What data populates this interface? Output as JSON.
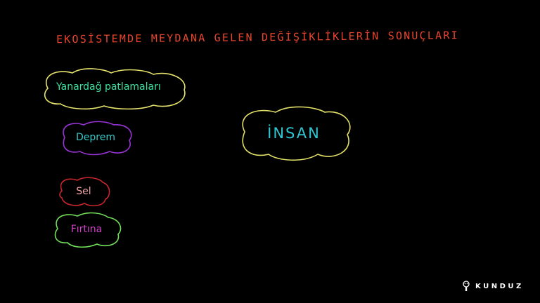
{
  "title": "EKOSİSTEMDE MEYDANA GELEN DEĞİŞİKLİKLERİN SONUÇLARI",
  "colors": {
    "background": "#000000",
    "title": "#e8452c",
    "yanardag_text": "#3fe0a0",
    "yanardag_outline": "#e6e36c",
    "deprem_text": "#35c9c6",
    "deprem_outline": "#9a34d6",
    "sel_text": "#f2a3a3",
    "sel_outline": "#c8262c",
    "firtina_text": "#d23fc7",
    "firtina_outline": "#72e05a",
    "insan_text": "#2fc4cf",
    "insan_outline": "#e3e067"
  },
  "causes": [
    {
      "label": "Yanardağ patlamaları"
    },
    {
      "label": "Deprem"
    },
    {
      "label": "Sel"
    },
    {
      "label": "Fırtına"
    }
  ],
  "center": {
    "label": "İNSAN"
  },
  "logo": {
    "name": "KUNDUZ",
    "icon": "beaver-icon"
  }
}
